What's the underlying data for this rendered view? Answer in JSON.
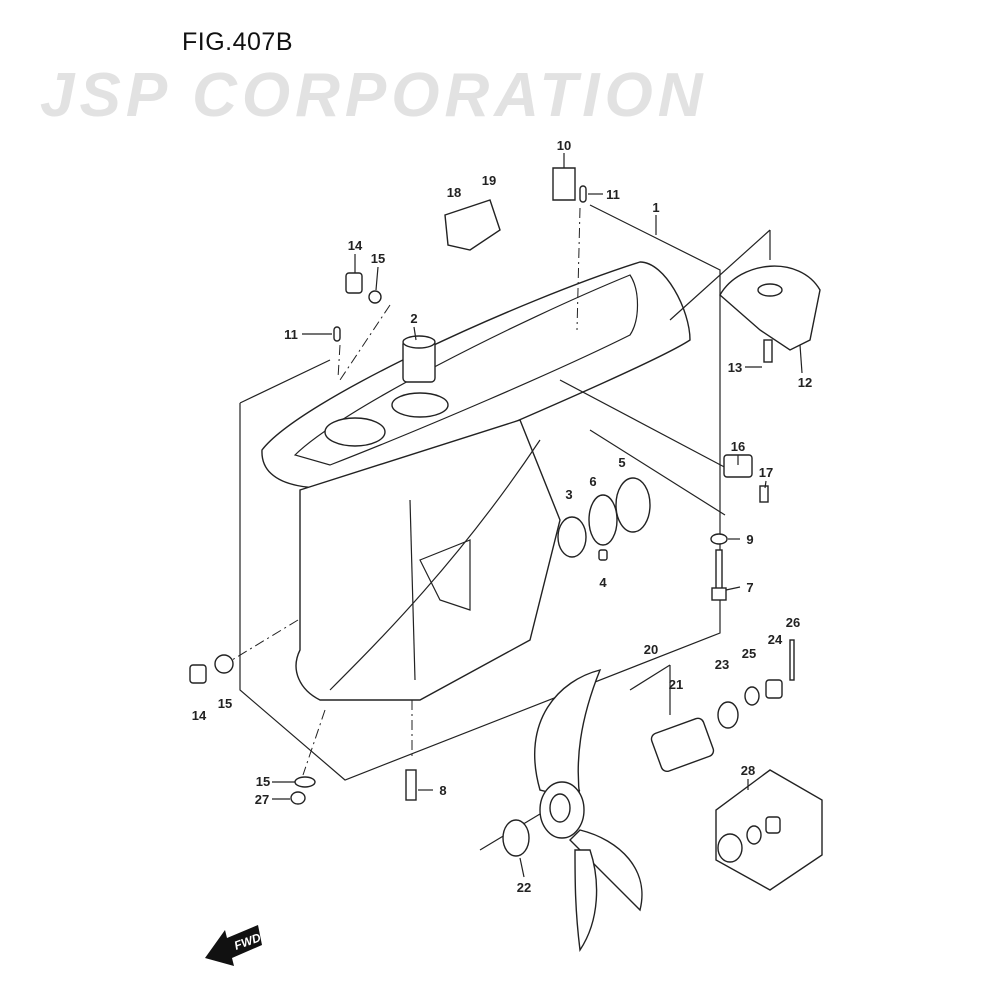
{
  "title": "FIG.407B",
  "watermark": "JSP CORPORATION",
  "fwd_label": "FWD",
  "labels": {
    "l10": "10",
    "l18": "18",
    "l19": "19",
    "l11a": "11",
    "l1": "1",
    "l14a": "14",
    "l15a": "15",
    "l11b": "11",
    "l2": "2",
    "l13": "13",
    "l12": "12",
    "l16": "16",
    "l17": "17",
    "l3": "3",
    "l6": "6",
    "l5": "5",
    "l4": "4",
    "l9": "9",
    "l7": "7",
    "l26": "26",
    "l20": "20",
    "l25": "25",
    "l24": "24",
    "l23": "23",
    "l21": "21",
    "l14b": "14",
    "l15b": "15",
    "l28": "28",
    "l15c": "15",
    "l27": "27",
    "l8": "8",
    "l22": "22"
  }
}
